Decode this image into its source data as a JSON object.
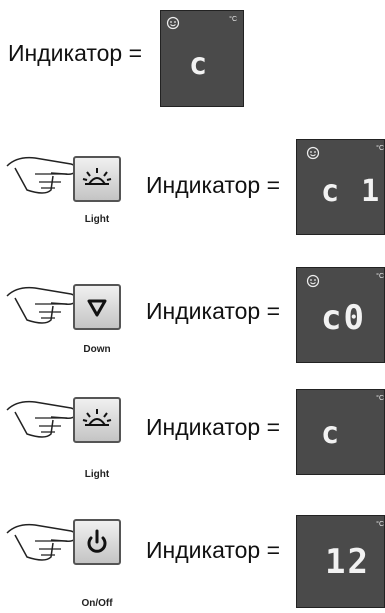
{
  "indicator_label": "Индикатор =",
  "degree_unit": "°C",
  "steps": [
    {
      "button": "",
      "display": "c",
      "smiley": true
    },
    {
      "button": "Light",
      "display": "c 1",
      "smiley": true
    },
    {
      "button": "Down",
      "display": "c0",
      "smiley": true
    },
    {
      "button": "Light",
      "display": "c",
      "smiley": false
    },
    {
      "button": "On/Off",
      "display": "12",
      "smiley": false
    }
  ],
  "icons": [
    "light-icon",
    "down-arrow-icon",
    "light-icon",
    "power-icon"
  ],
  "colors": {
    "display_bg": "#4a4a4a",
    "segment": "#f2f2f2",
    "button_border": "#555555"
  }
}
